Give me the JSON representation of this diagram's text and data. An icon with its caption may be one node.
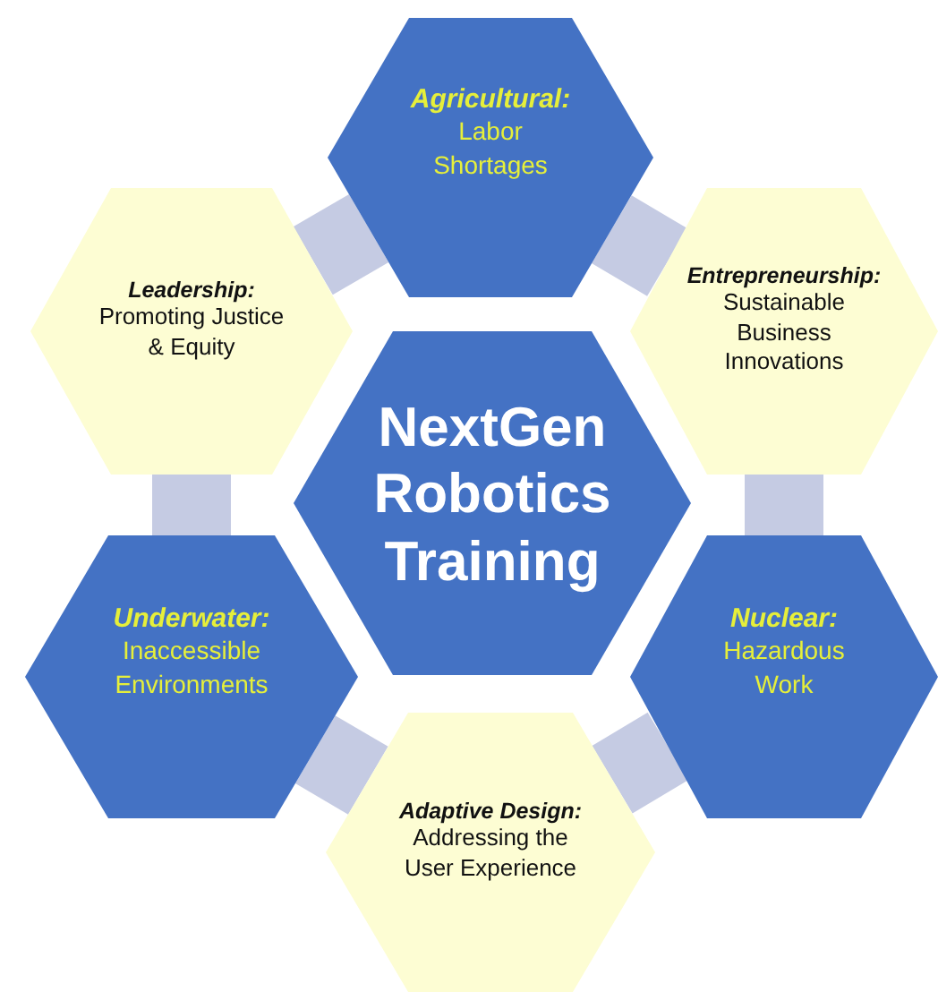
{
  "diagram": {
    "nodes": [
      {
        "text": [
          "NextGen Robotics Training"
        ]
      },
      {
        "text": [
          "Agricultural:",
          "Labor Shortages"
        ]
      },
      {
        "text": [
          "Entrepreneurship:",
          "Sustainable Business Innovations"
        ]
      },
      {
        "text": [
          "Nuclear:",
          "Hazardous Work"
        ]
      },
      {
        "text": [
          "Adaptive Design:",
          "Addressing the User Experience"
        ]
      },
      {
        "text": [
          "Underwater:",
          "Inaccessible Environments"
        ]
      },
      {
        "text": [
          "Leadership:",
          "Promoting Justice & Equity"
        ]
      }
    ],
    "edges": [
      {
        "from": 1,
        "to": 2,
        "arrow": "none"
      },
      {
        "from": 2,
        "to": 3,
        "arrow": "none"
      },
      {
        "from": 3,
        "to": 4,
        "arrow": "none"
      },
      {
        "from": 4,
        "to": 5,
        "arrow": "none"
      },
      {
        "from": 5,
        "to": 6,
        "arrow": "none"
      },
      {
        "from": 6,
        "to": 1,
        "arrow": "none"
      }
    ]
  }
}
